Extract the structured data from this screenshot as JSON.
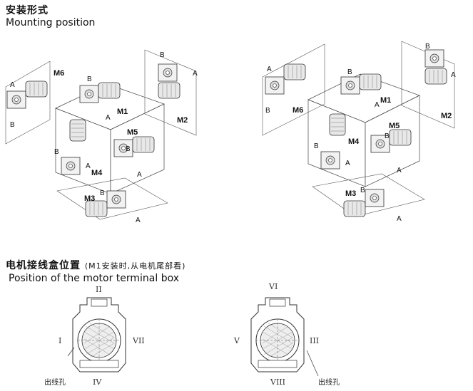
{
  "header": {
    "title_cn": "安装形式",
    "title_en": "Mounting position"
  },
  "section2": {
    "title_cn": "电机接线盒位置",
    "title_cn_note": "(M1安装时,从电机尾部看)",
    "title_en": "Position of the motor terminal box"
  },
  "left_diagram": {
    "positions": [
      "M1",
      "M2",
      "M3",
      "M4",
      "M5",
      "M6"
    ],
    "axis_labels": [
      "A",
      "B"
    ]
  },
  "right_diagram": {
    "positions": [
      "M1",
      "M2",
      "M3",
      "M4",
      "M5",
      "M6"
    ],
    "axis_labels": [
      "A",
      "B"
    ]
  },
  "terminal_left": {
    "top": "II",
    "left": "I",
    "right": "VII",
    "bottom": "IV",
    "hole_label": "出线孔"
  },
  "terminal_right": {
    "top": "VI",
    "left": "V",
    "right": "III",
    "bottom": "VIII",
    "hole_label": "出线孔"
  }
}
